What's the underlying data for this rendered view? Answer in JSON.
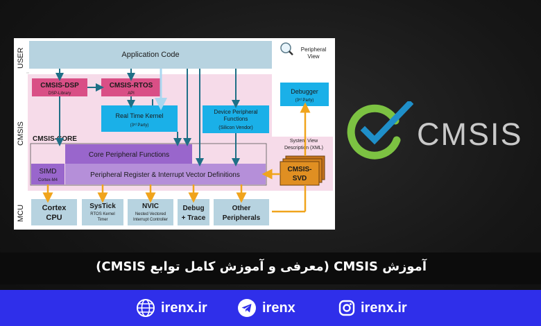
{
  "diagram": {
    "layers": {
      "user": "USER",
      "cmsis": "CMSIS",
      "mcu": "MCU"
    },
    "blocks": {
      "application_code": "Application Code",
      "peripheral_view": [
        "Peripheral",
        "View"
      ],
      "cmsis_dsp": "CMSIS-DSP",
      "dsp_library": "DSP-Library",
      "cmsis_rtos": "CMSIS-RTOS",
      "rtos_api": "API",
      "debugger": "Debugger",
      "debugger_sub": "(3ʳᵈ Party)",
      "rtk": "Real Time Kernel",
      "rtk_sub": "(3ʳᵈ Party)",
      "dpf": [
        "Device Peripheral",
        "Functions"
      ],
      "dpf_sub": "(Silicon Vendor)",
      "system_view": [
        "System View",
        "Description (XML)"
      ],
      "cmsis_core": "CMSIS-CORE",
      "core_peripheral": "Core Peripheral Functions",
      "simd": "SIMD",
      "simd_sub": "Cortex-M4",
      "prv": "Peripheral Register & Interrupt Vector Definitions",
      "svd": [
        "CMSIS-",
        "SVD"
      ],
      "cortex_cpu": [
        "Cortex",
        "CPU"
      ],
      "systick": "SysTick",
      "systick_sub": [
        "RTOS Kernel",
        "Timer"
      ],
      "nvic": "NVIC",
      "nvic_sub": [
        "Nested Vectored",
        "Interrupt Controller"
      ],
      "debug_trace": [
        "Debug",
        "+ Trace"
      ],
      "other_peripherals": [
        "Other",
        "Peripherals"
      ]
    }
  },
  "logo": {
    "text": "CMSIS",
    "ring_color": "#7cc242",
    "check_color": "#1f8fc9"
  },
  "caption": "آموزش CMSIS (معرفی و آموزش کامل توابع CMSIS)",
  "footer": {
    "items": [
      {
        "icon": "instagram-icon",
        "label": "irenx.ir"
      },
      {
        "icon": "telegram-icon",
        "label": "irenx"
      },
      {
        "icon": "globe-icon",
        "label": "irenx.ir"
      }
    ],
    "bg_color": "#2f2fea"
  },
  "colors": {
    "teal": "#1e6f86",
    "orange": "#f0a41c",
    "cyan_box": "#1ab0e8",
    "purple": "#9966cc",
    "pink": "#f6dbe9",
    "light_blue": "#b7d3e0"
  }
}
